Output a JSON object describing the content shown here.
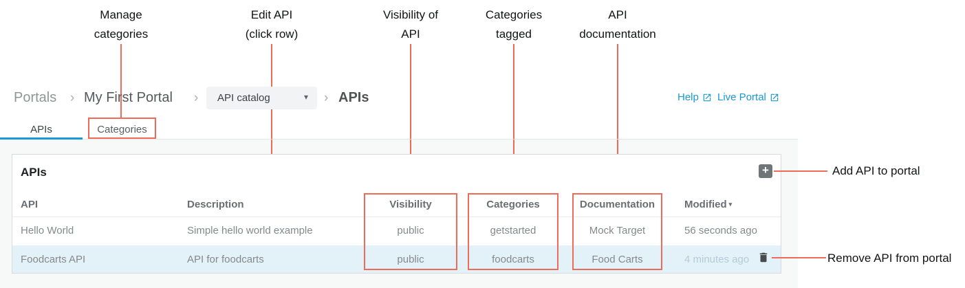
{
  "annotations": {
    "manage_categories": {
      "line1": "Manage",
      "line2": "categories"
    },
    "edit_api": {
      "line1": "Edit API",
      "line2": "(click row)"
    },
    "visibility_of_api": {
      "line1": "Visibility of",
      "line2": "API"
    },
    "categories_tagged": {
      "line1": "Categories",
      "line2": "tagged"
    },
    "api_documentation": {
      "line1": "API",
      "line2": "documentation"
    },
    "add_api": "Add API to portal",
    "remove_api": "Remove API from portal"
  },
  "breadcrumb": {
    "portals": "Portals",
    "separator": "›",
    "portal_name": "My First Portal",
    "page_dropdown": {
      "value": "API catalog",
      "caret": "▾"
    },
    "current": "APIs"
  },
  "header_links": {
    "help": "Help",
    "live_portal": "Live Portal"
  },
  "tabs": {
    "apis": "APIs",
    "categories": "Categories"
  },
  "panel": {
    "title": "APIs",
    "add_button_glyph": "+"
  },
  "table": {
    "columns": {
      "api": "API",
      "description": "Description",
      "visibility": "Visibility",
      "categories": "Categories",
      "documentation": "Documentation",
      "modified": "Modified",
      "sort_indicator": "▾"
    },
    "rows": [
      {
        "api": "Hello World",
        "description": "Simple hello world example",
        "visibility": "public",
        "categories": "getstarted",
        "documentation": "Mock Target",
        "modified": "56 seconds ago"
      },
      {
        "api": "Foodcarts API",
        "description": "API for foodcarts",
        "visibility": "public",
        "categories": "foodcarts",
        "documentation": "Food Carts",
        "modified": "4 minutes ago"
      }
    ]
  },
  "colors": {
    "annotation_red": "#f16a57",
    "link_blue": "#1898d5",
    "tab_active_blue": "#1898d5",
    "row_highlight": "#e3f1f9"
  }
}
